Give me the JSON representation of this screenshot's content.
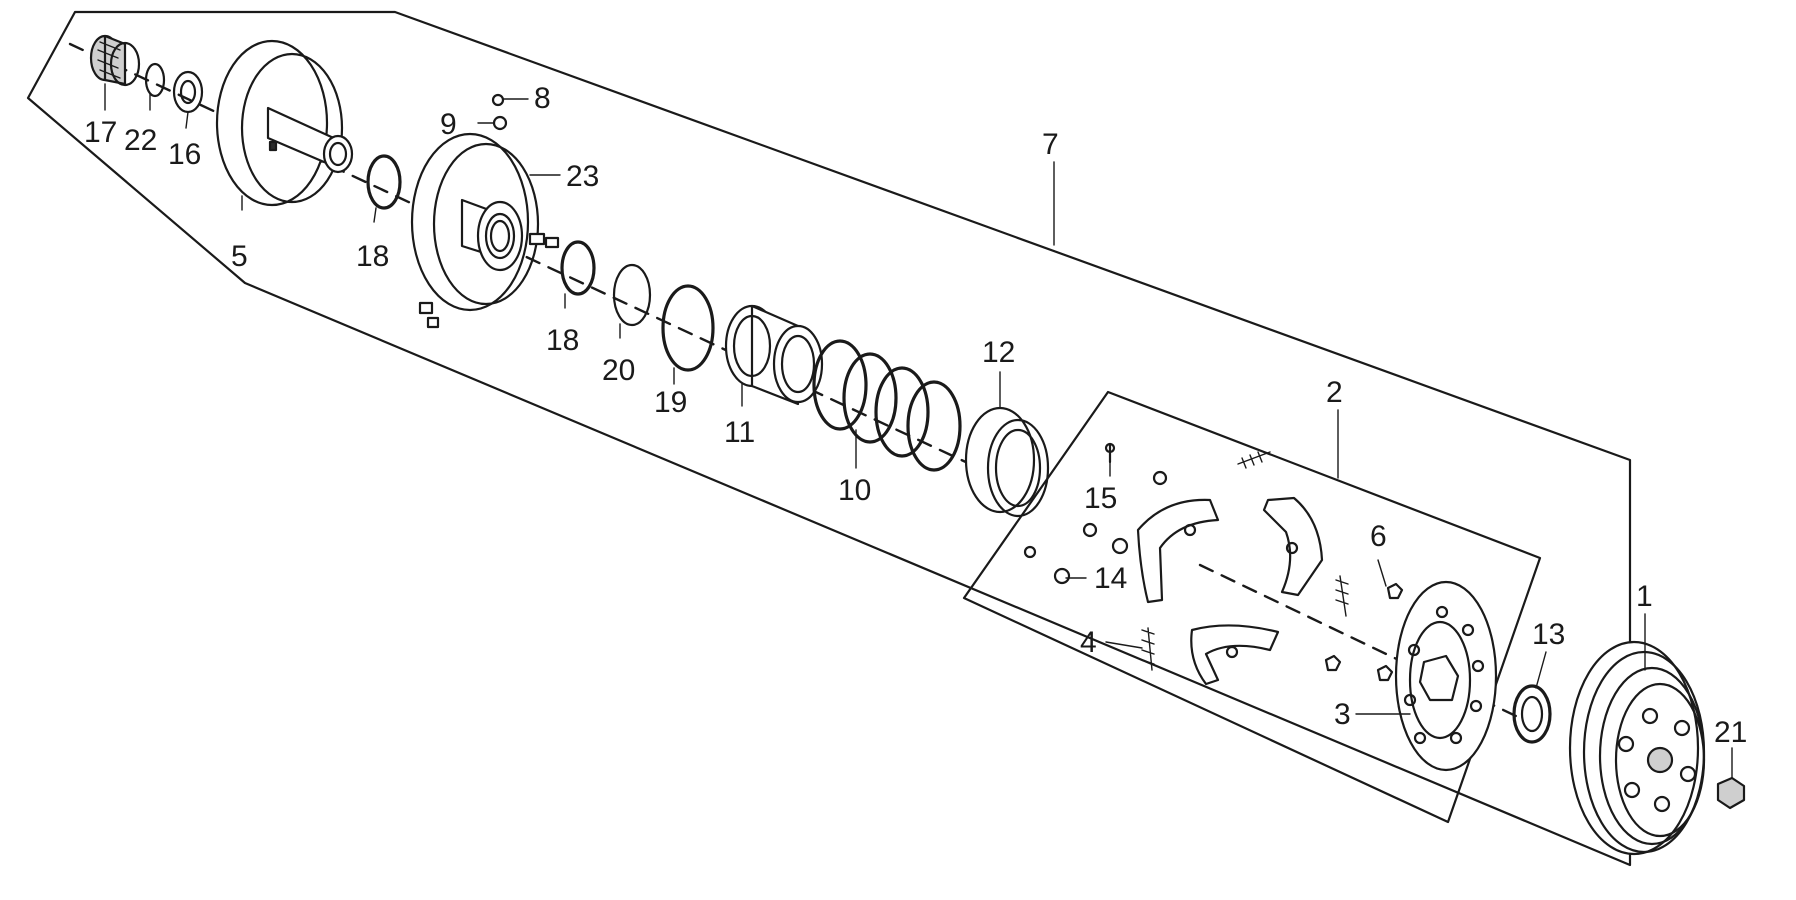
{
  "labels": {
    "l1": "1",
    "l2": "2",
    "l3": "3",
    "l4": "4",
    "l5": "5",
    "l6": "6",
    "l7": "7",
    "l8": "8",
    "l9": "9",
    "l10": "10",
    "l11": "11",
    "l12": "12",
    "l13": "13",
    "l14": "14",
    "l15": "15",
    "l16": "16",
    "l17": "17",
    "l18a": "18",
    "l18b": "18",
    "l19": "19",
    "l20": "20",
    "l21": "21",
    "l22": "22",
    "l23": "23"
  }
}
